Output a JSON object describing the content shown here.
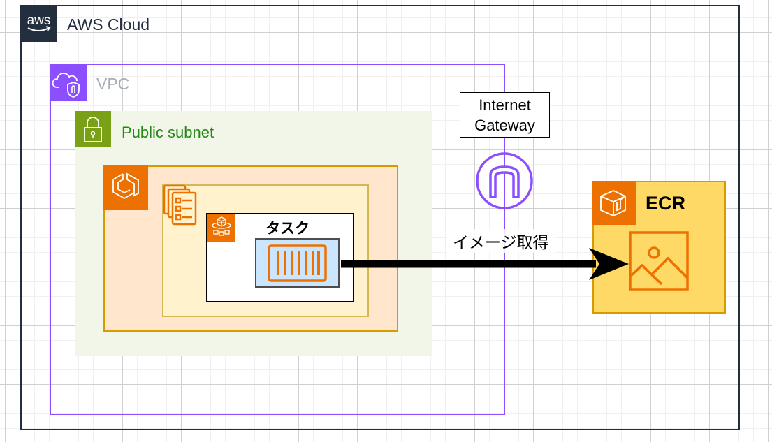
{
  "groups": {
    "aws_cloud": {
      "label": "AWS Cloud",
      "icon": "aws-logo-icon",
      "color": "#232f3e"
    },
    "vpc": {
      "label": "VPC",
      "icon": "vpc-icon",
      "color": "#8c4fff",
      "label_color": "#a6adb6"
    },
    "public_subnet": {
      "label": "Public subnet",
      "icon": "lock-icon",
      "color": "#7aa116",
      "label_color": "#248814",
      "fill": "#f2f6e8"
    },
    "ecs_cluster": {
      "icon": "ecs-icon",
      "fill": "#ffe6cc",
      "border": "#d79b00"
    },
    "ecs_service": {
      "icon": "service-list-icon",
      "fill": "#fff2cc",
      "border": "#d6b656"
    },
    "task": {
      "label": "タスク",
      "icon": "fargate-task-icon"
    },
    "container": {
      "icon": "container-icon",
      "fill": "#cce5ff"
    }
  },
  "internet_gateway": {
    "label_line1": "Internet",
    "label_line2": "Gateway",
    "icon": "internet-gateway-icon",
    "color": "#8c4fff"
  },
  "ecr": {
    "label": "ECR",
    "icon": "ecr-icon",
    "image_icon": "image-icon",
    "fill": "#ffd966",
    "accent": "#ed7100"
  },
  "edges": [
    {
      "from": "container",
      "to": "ecr-image",
      "label": "イメージ取得"
    }
  ]
}
